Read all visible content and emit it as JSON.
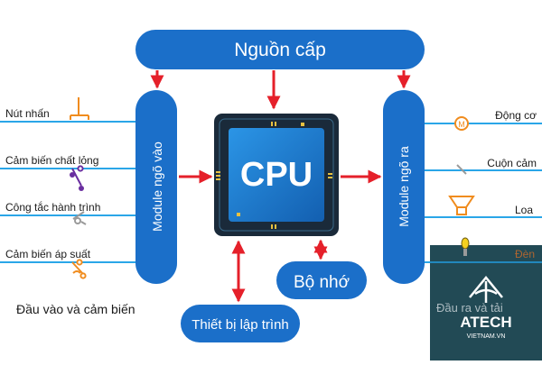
{
  "diagram": {
    "power_supply": "Nguồn cấp",
    "input_module": "Module ngõ vào",
    "output_module": "Module ngõ ra",
    "cpu": "CPU",
    "memory": "Bộ nhớ",
    "programming_device": "Thiết bị lập trình",
    "inputs": [
      "Nút nhấn",
      "Cảm biến chất lỏng",
      "Công tắc hành trình",
      "Cảm biến áp suất"
    ],
    "inputs_caption": "Đầu vào và cảm biến",
    "outputs": [
      "Động cơ",
      "Cuộn cảm",
      "Loa",
      "Đèn"
    ],
    "outputs_caption": "Đầu ra và tải"
  },
  "watermark": {
    "brand": "ATECH",
    "site": "VIETNAM.VN"
  },
  "colors": {
    "block_blue": "#1b6fc9",
    "line_blue": "#2aa6e8",
    "arrow_red": "#e5202a",
    "symbol_orange": "#f08c1e",
    "symbol_purple": "#6a2ea0",
    "cpu_dark": "#1a2a3a",
    "cpu_chip": "#1e7fd0",
    "watermark_bg": "#0f3b46"
  }
}
